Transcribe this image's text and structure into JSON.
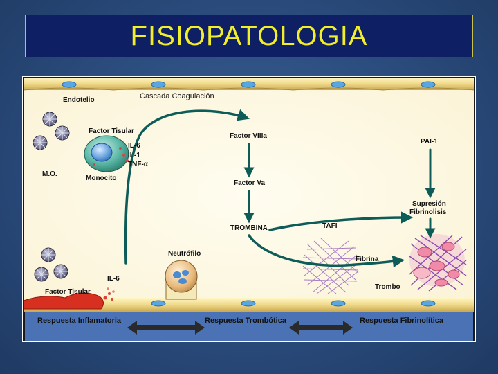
{
  "title": "FISIOPATOLOGIA",
  "colors": {
    "title_bg": "#0f1f63",
    "title_text": "#f2ee2a",
    "arrow": "#0e5c58",
    "footer": "#4a72b4"
  },
  "labels": {
    "endotelio": "Endotelio",
    "cascada": "Cascada Coagulación",
    "factor_tisular_top": "Factor Tisular",
    "il6_top": "IL-6",
    "il1": "IL-1",
    "tnf": "TNF-α",
    "mo": "M.O.",
    "monocito": "Monocito",
    "factor_viiia": "Factor VIIIa",
    "factor_va": "Factor Va",
    "trombina": "TROMBINA",
    "tafi": "TAFI",
    "pai1": "PAI-1",
    "supresion": "Supresión",
    "fibrinolisis": "Fibrinolisis",
    "neutrofilo": "Neutrófilo",
    "il6_bottom": "IL-6",
    "factor_tisular_bottom": "Factor Tisular",
    "fibrina": "Fibrina",
    "trombo": "Trombo"
  },
  "footer": {
    "inflamatoria": "Respuesta Inflamatoria",
    "trombotica": "Respuesta Trombótica",
    "fibrinolitica": "Respuesta Fibrinolítica"
  }
}
